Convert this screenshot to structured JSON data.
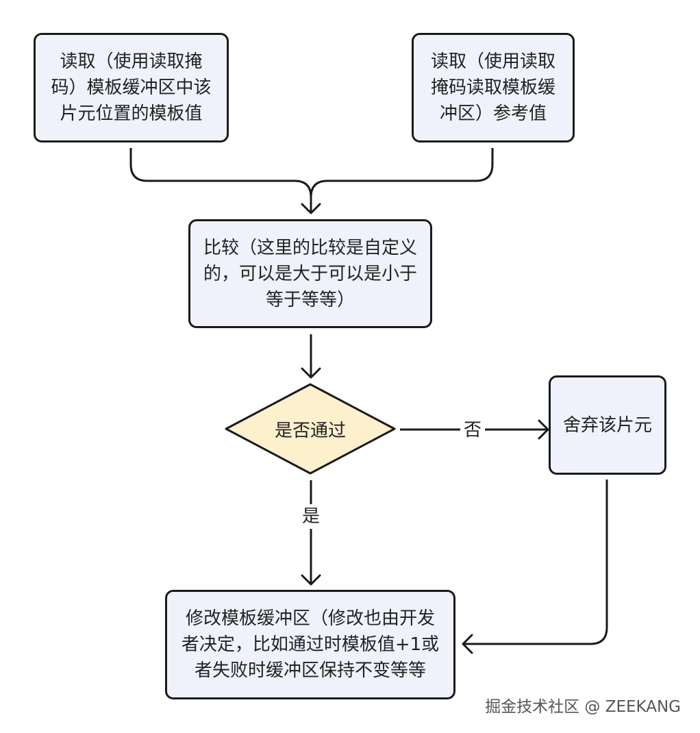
{
  "nodes": {
    "read_value": {
      "lines": [
        "读取（使用读取掩",
        "码）模板缓冲区中该",
        "片元位置的模板值"
      ]
    },
    "read_ref": {
      "lines": [
        "读取（使用读取",
        "掩码读取模板缓",
        "冲区）参考值"
      ]
    },
    "compare": {
      "lines": [
        "比较（这里的比较是自定义",
        "的，可以是大于可以是小于",
        "等于等等）"
      ]
    },
    "decision": {
      "label": "是否通过"
    },
    "discard": {
      "label": "舍弃该片元"
    },
    "modify": {
      "lines": [
        "修改模板缓冲区（修改也由开发",
        "者决定，比如通过时模板值+1或",
        "者失败时缓冲区保持不变等等"
      ]
    }
  },
  "edges": {
    "no_label": "否",
    "yes_label": "是"
  },
  "watermark": "掘金技术社区 @ ZEEKANG",
  "colors": {
    "box_fill": "#eff2fa",
    "decision_fill": "#fdf0cc",
    "stroke": "#1a1a1a"
  }
}
